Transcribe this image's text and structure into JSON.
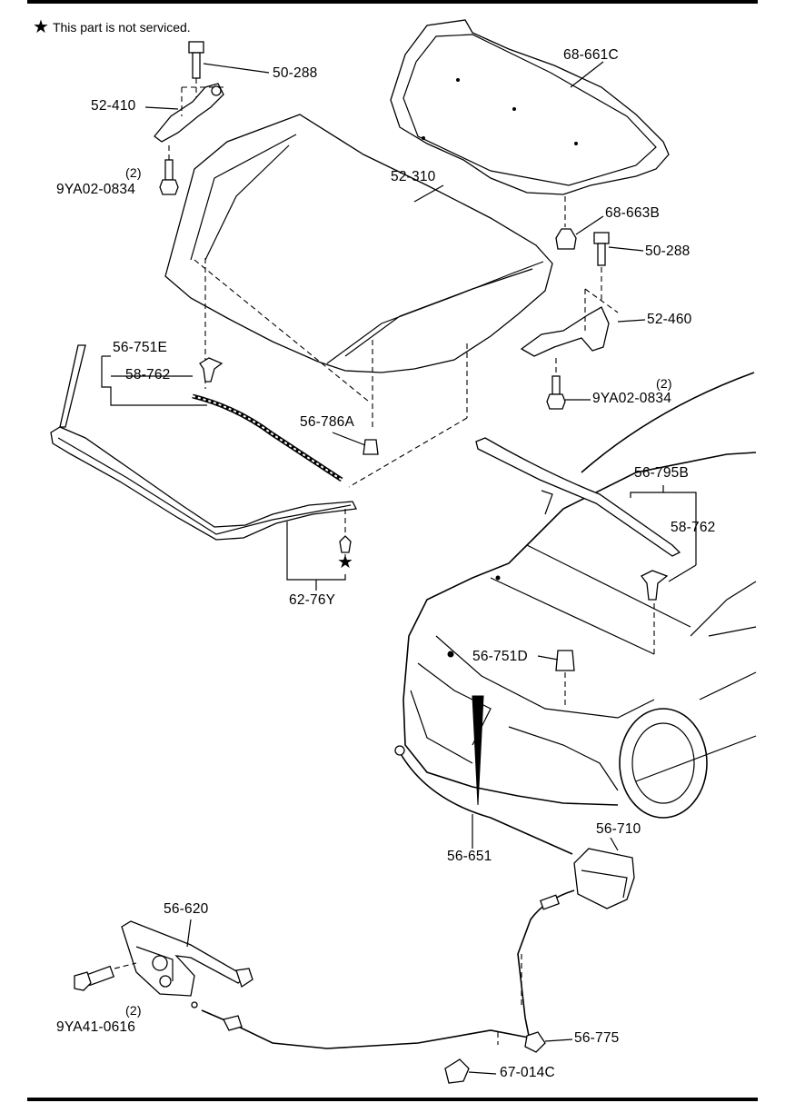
{
  "note": {
    "star": "★",
    "text": "This part is not serviced."
  },
  "labels": {
    "l_50_288_a": "50-288",
    "l_52_410": "52-410",
    "l_q2_a": "(2)",
    "l_9ya02_a": "9YA02-0834",
    "l_68_661c": "68-661C",
    "l_52_310": "52-310",
    "l_68_663b": "68-663B",
    "l_50_288_b": "50-288",
    "l_52_460": "52-460",
    "l_q2_b": "(2)",
    "l_9ya02_b": "9YA02-0834",
    "l_56_751e": "56-751E",
    "l_58_762_a": "58-762",
    "l_56_786a": "56-786A",
    "l_62_76y": "62-76Y",
    "l_56_795b": "56-795B",
    "l_58_762_b": "58-762",
    "l_56_751d": "56-751D",
    "l_56_651": "56-651",
    "l_56_710": "56-710",
    "l_56_620": "56-620",
    "l_q2_c": "(2)",
    "l_9ya41": "9YA41-0616",
    "l_56_775": "56-775",
    "l_67_014c": "67-014C"
  },
  "star_marker": "★"
}
